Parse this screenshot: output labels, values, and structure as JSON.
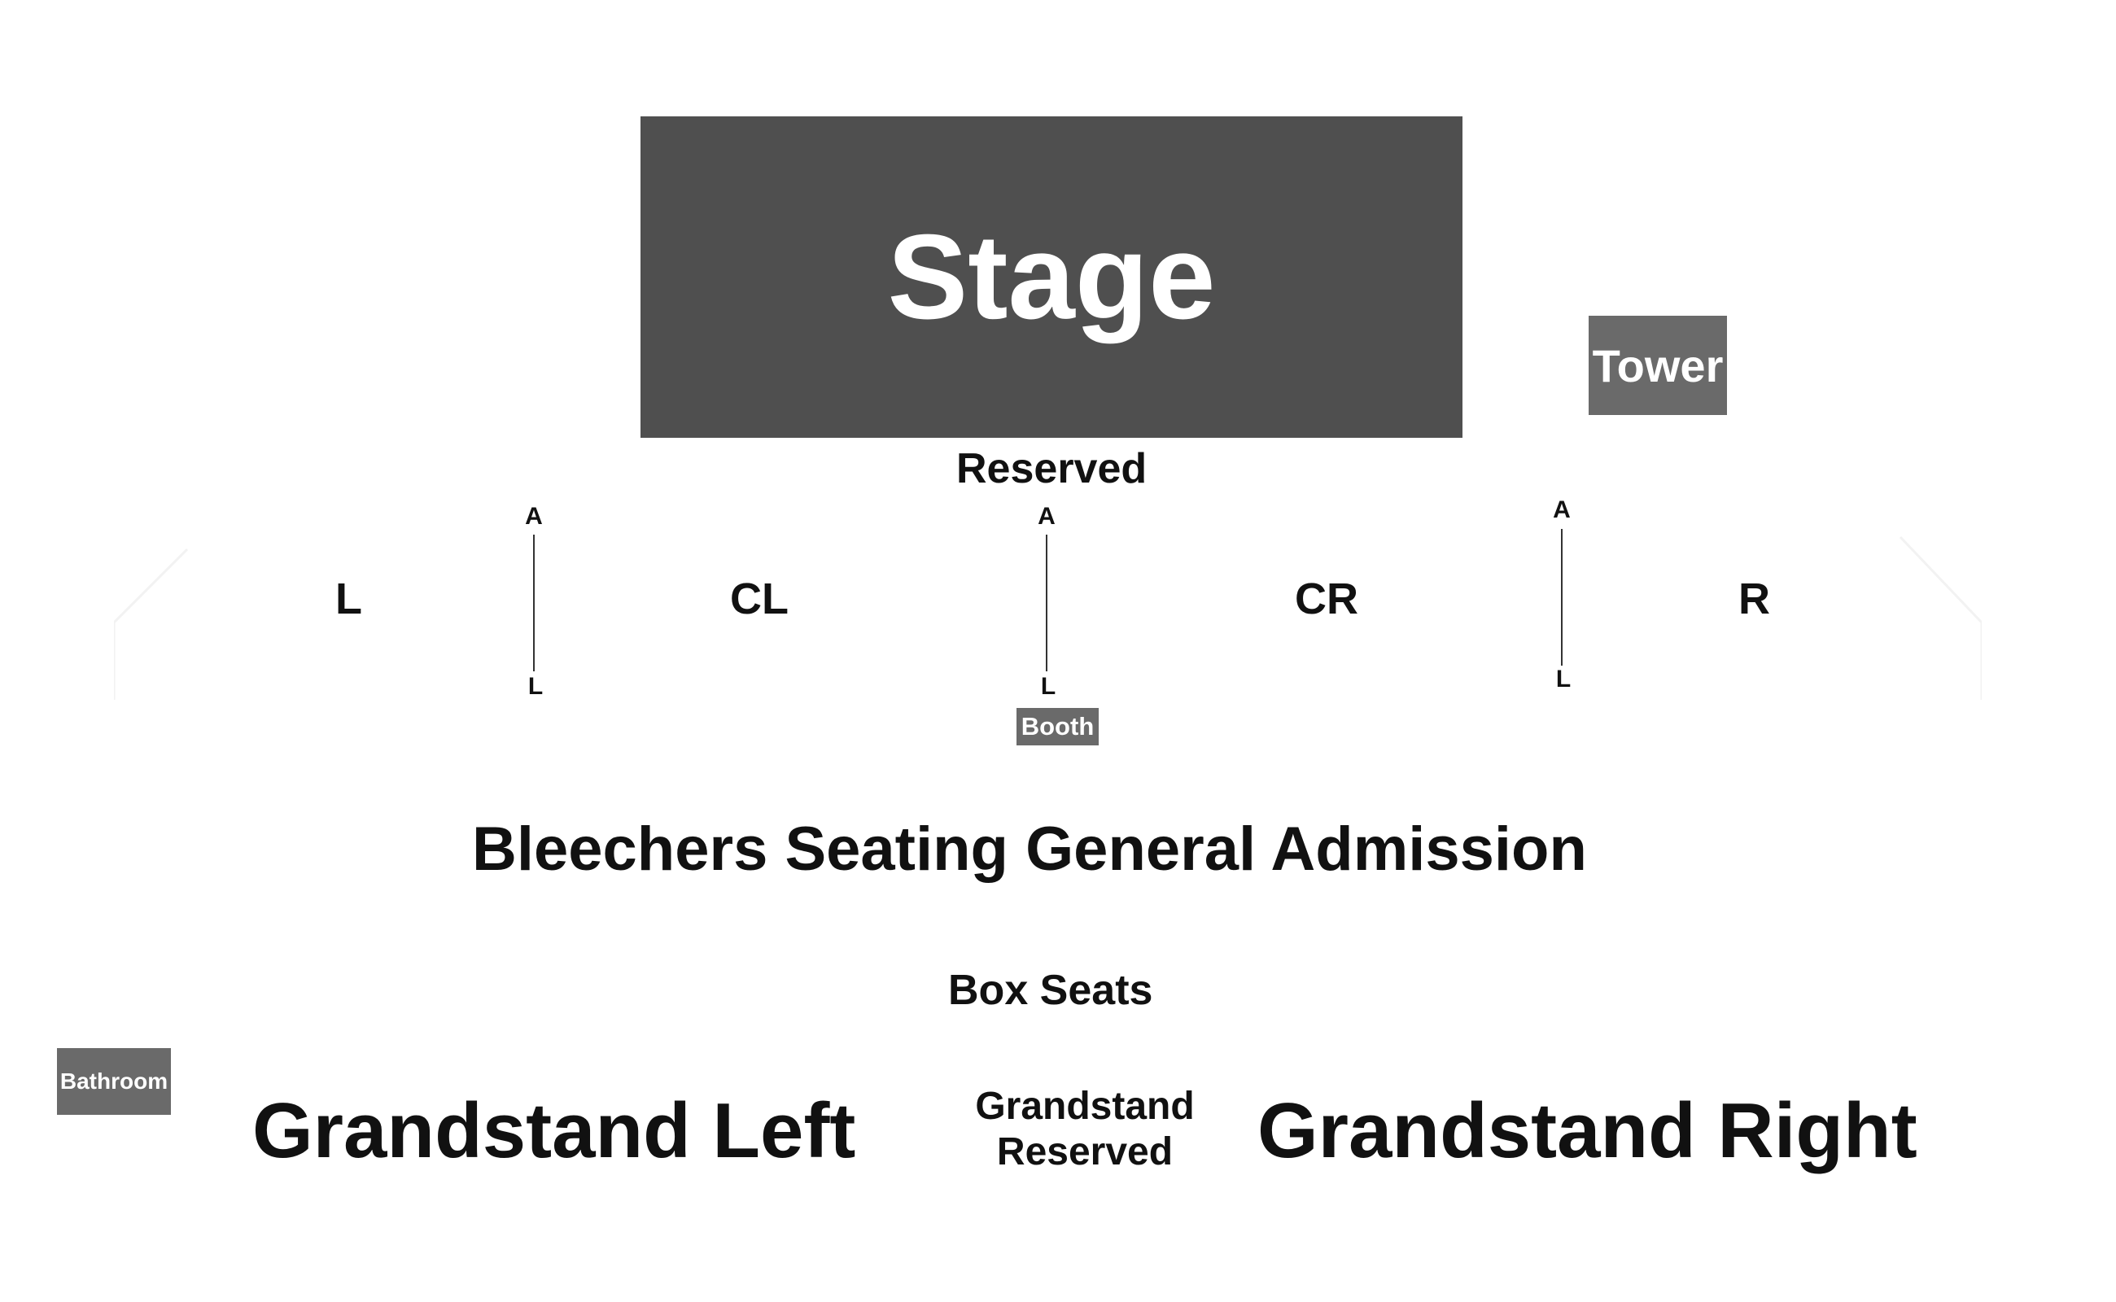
{
  "stage": {
    "label": "Stage"
  },
  "tower": {
    "label": "Tower"
  },
  "reserved": {
    "label": "Reserved"
  },
  "sections": {
    "left": "L",
    "center_left": "CL",
    "center_right": "CR",
    "right": "R"
  },
  "aisles": [
    {
      "top": "A",
      "bottom": "L"
    },
    {
      "top": "A",
      "bottom": "L"
    },
    {
      "top": "A",
      "bottom": "L"
    }
  ],
  "booth": {
    "label": "Booth"
  },
  "bleachers": {
    "label": "Bleechers Seating General Admission"
  },
  "box_seats": {
    "label": "Box Seats"
  },
  "bathroom": {
    "label": "Bathroom"
  },
  "grandstand": {
    "left": "Grandstand Left",
    "reserved_line1": "Grandstand",
    "reserved_line2": "Reserved",
    "right": "Grandstand Right"
  },
  "colors": {
    "stage_fill": "#4f4f4f",
    "marker_fill": "#6a6a6a",
    "text": "#111111"
  }
}
